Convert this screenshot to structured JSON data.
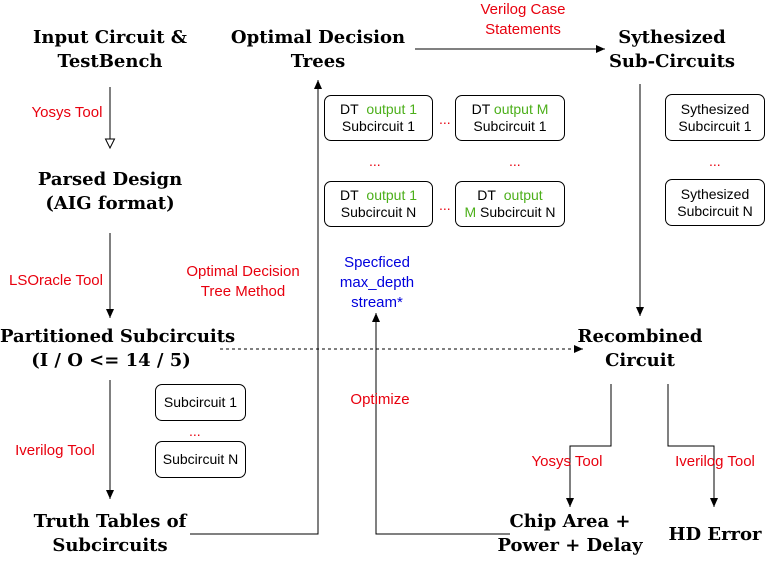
{
  "nodes": {
    "input_circuit": [
      "Input Circuit &",
      "TestBench"
    ],
    "parsed_design": [
      "Parsed Design",
      "(AIG format)"
    ],
    "partitioned": [
      "Partitioned Subcircuits",
      "(I / O <= 14 / 5)"
    ],
    "truth_tables": [
      "Truth Tables of",
      "Subcircuits"
    ],
    "optimal_trees": [
      "Optimal Decision",
      "Trees"
    ],
    "synthesized": [
      "Sythesized",
      "Sub-Circuits"
    ],
    "recombined": [
      "Recombined",
      "Circuit"
    ],
    "chip_area": [
      "Chip Area +",
      "Power + Delay"
    ],
    "hd_error": "HD Error"
  },
  "tools": {
    "yosys_left": "Yosys Tool",
    "lsoracle": "LSOracle Tool",
    "iverilog_left": "Iverilog Tool",
    "odt_method": [
      "Optimal Decision",
      "Tree Method"
    ],
    "verilog_case": [
      "Verilog Case",
      "Statements"
    ],
    "optimize": "Optimize",
    "yosys_right": "Yosys Tool",
    "iverilog_right": "Iverilog Tool"
  },
  "max_depth": [
    "Specficed",
    "max_depth",
    "stream*"
  ],
  "ellipsis": "...",
  "subcircuit_boxes": [
    "Subcircuit 1",
    "Subcircuit N"
  ],
  "dt_boxes": {
    "dt1_sub1": {
      "dt": "DT",
      "out": "output 1",
      "sub": "Subcircuit 1"
    },
    "dtm_sub1": {
      "dt": "DT",
      "out": "output M",
      "sub": "Subcircuit 1"
    },
    "dt1_subn": {
      "dt": "DT",
      "out": "output 1",
      "sub": "Subcircuit N"
    },
    "dtm_subn": {
      "dt": "DT",
      "out_a": "output",
      "out_b": "M",
      "sub": "Subcircuit N"
    }
  },
  "synth_boxes": [
    [
      "Sythesized",
      "Subcircuit 1"
    ],
    [
      "Sythesized",
      "Subcircuit N"
    ]
  ],
  "colors": {
    "tool_red": "#e8000e",
    "output_green": "#4caf1a",
    "max_depth_blue": "#0000dd"
  }
}
